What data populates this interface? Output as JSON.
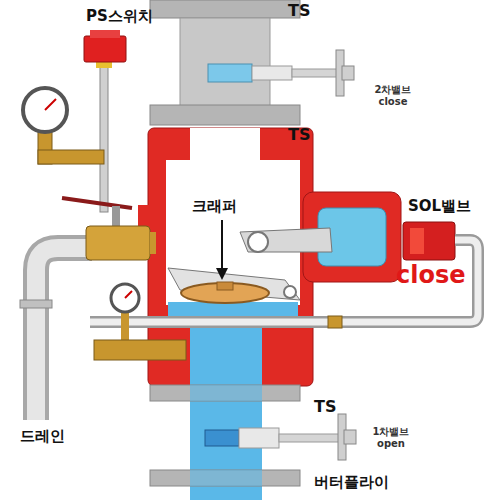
{
  "diagram": {
    "labels": [
      "PS스위치",
      "TS",
      "2차밸브 close",
      "TS",
      "크래퍼",
      "SOL밸브",
      "close",
      "드레인",
      "TS",
      "1차밸브 open",
      "버터플라이"
    ]
  }
}
